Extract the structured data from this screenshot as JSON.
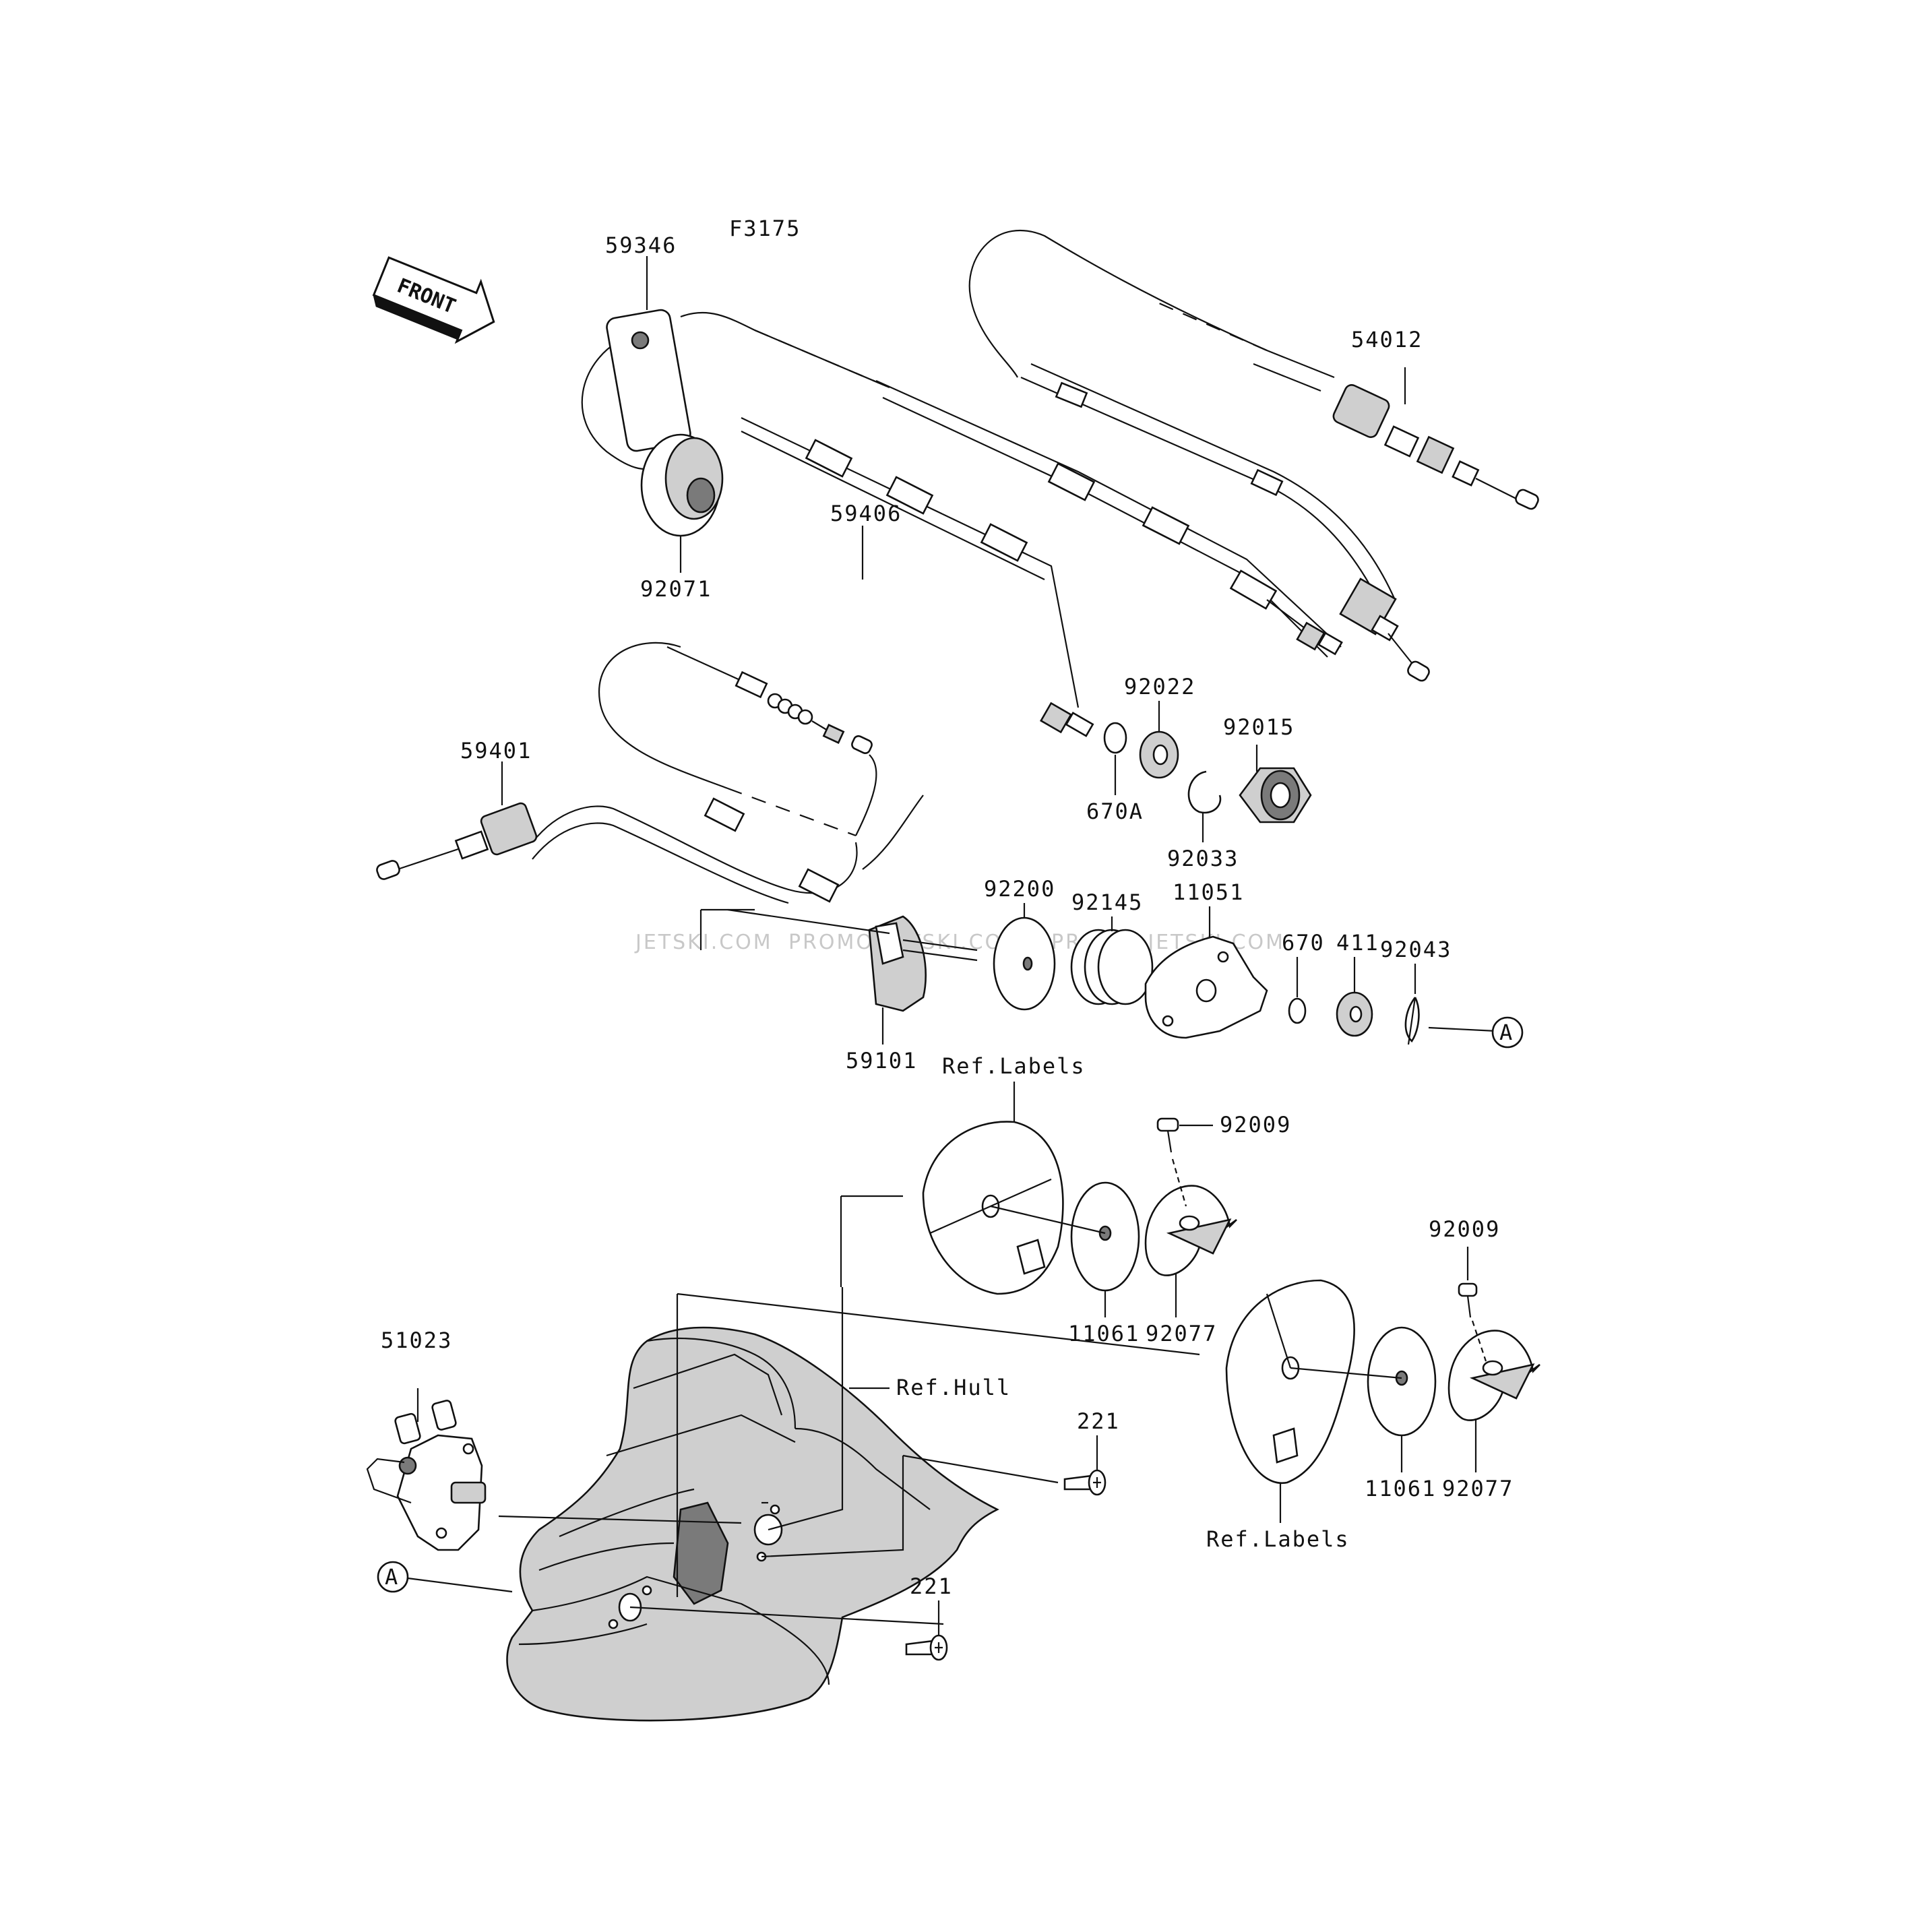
{
  "figure_code": "F3175",
  "front_label": "FRONT",
  "watermark": [
    "JETSKI.COM",
    "PROMO-JETSKI.COM",
    "PROMO-JETSKI.COM"
  ],
  "parts": {
    "p59346": "59346",
    "p54012": "54012",
    "p59406": "59406",
    "p92071": "92071",
    "p59401": "59401",
    "p92022": "92022",
    "p92015": "92015",
    "p670A": "670A",
    "p92033": "92033",
    "p92200": "92200",
    "p92145": "92145",
    "p11051": "11051",
    "p670": "670",
    "p411": "411",
    "p92043": "92043",
    "p59101": "59101",
    "p92009a": "92009",
    "p92009b": "92009",
    "p11061a": "11061",
    "p92077a": "92077",
    "p11061b": "11061",
    "p92077b": "92077",
    "p51023": "51023",
    "p221a": "221",
    "p221b": "221"
  },
  "refs": {
    "labels_top": "Ref.Labels",
    "labels_bottom": "Ref.Labels",
    "hull": "Ref.Hull"
  },
  "callouts": {
    "a1": "A",
    "a2": "A"
  }
}
